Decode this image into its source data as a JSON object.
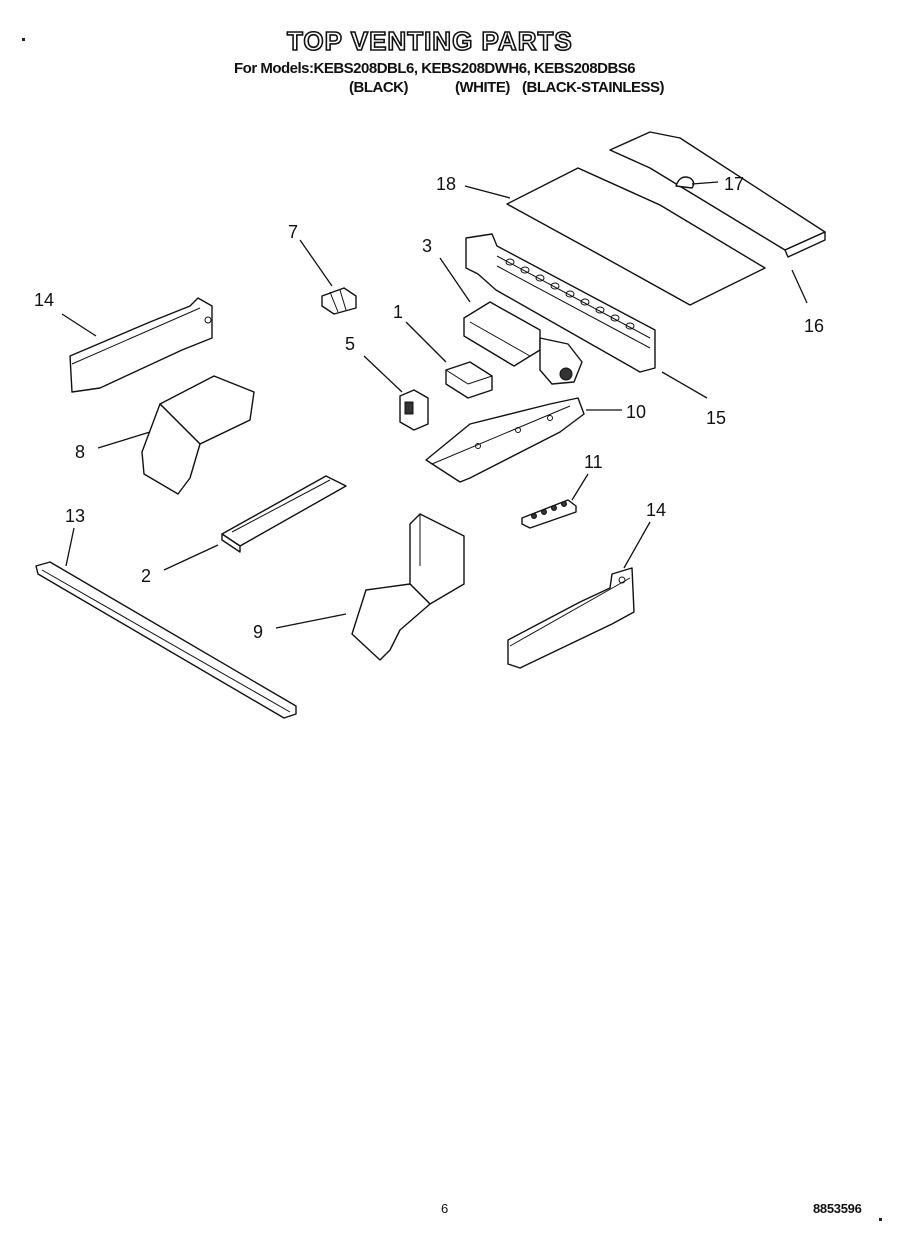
{
  "header": {
    "title": "TOP VENTING PARTS",
    "models": "For Models:KEBS208DBL6, KEBS208DWH6, KEBS208DBS6",
    "finishes": [
      "(BLACK)",
      "(WHITE)",
      "(BLACK-STAINLESS)"
    ]
  },
  "callouts": {
    "c1": "1",
    "c2": "2",
    "c3": "3",
    "c5": "5",
    "c7": "7",
    "c8": "8",
    "c9": "9",
    "c10": "10",
    "c11": "11",
    "c13": "13",
    "c14a": "14",
    "c14b": "14",
    "c15": "15",
    "c16": "16",
    "c17": "17",
    "c18": "18"
  },
  "footer": {
    "page_number": "6",
    "doc_code": "8853596"
  }
}
